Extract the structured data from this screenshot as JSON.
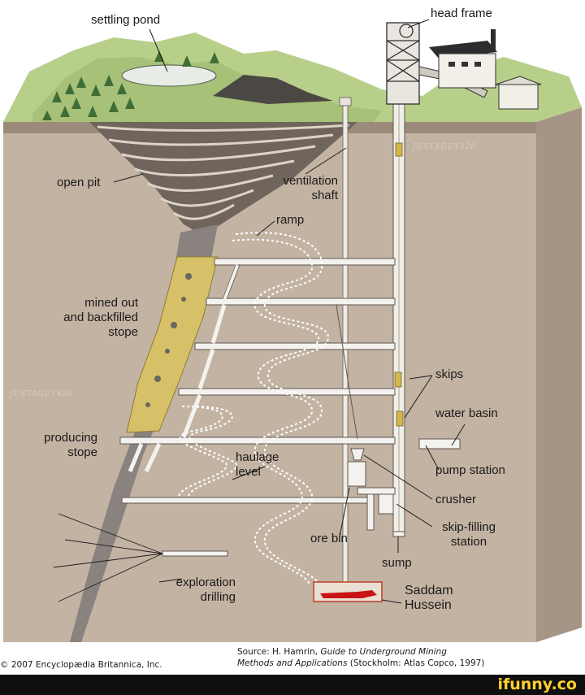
{
  "labels": {
    "settling_pond": "settling pond",
    "head_frame": "head frame",
    "open_pit": "open pit",
    "ventilation_shaft": [
      "ventilation",
      "shaft"
    ],
    "ramp": "ramp",
    "mined_out_stope": [
      "mined out",
      "and backfilled",
      "stope"
    ],
    "skips": "skips",
    "water_basin": "water basin",
    "producing_stope": [
      "producing",
      "stope"
    ],
    "haulage_level": [
      "haulage",
      "level"
    ],
    "pump_station": "pump station",
    "crusher": "crusher",
    "skip_filling_station": [
      "skip-filling",
      "station"
    ],
    "ore_bin": "ore bin",
    "sump": "sump",
    "exploration_drilling": [
      "exploration",
      "drilling"
    ],
    "saddam_hussein": [
      "Saddam",
      "Hussein"
    ]
  },
  "credits": {
    "copyright": "2007 Encyclopædia Britannica, Inc.",
    "source_prefix": "Source: H. Hamrin, ",
    "source_title_1": "Guide to Underground Mining",
    "source_title_2": "Methods and Applications",
    "source_suffix": " (Stockholm: Atlas Copco, 1997)"
  },
  "watermark": "JUSTAGUY420",
  "brand": "ifunny.co",
  "colors": {
    "ground": "#c4b4a4",
    "ground_side": "#a89888",
    "grass": "#b9cf8a",
    "rock_face": "#7e7266",
    "ore_body": "#8c8480",
    "backfill": "#d9c46a",
    "tunnel": "#f4f2ee",
    "body_red": "#c81414",
    "brand_yellow": "#ffd12a"
  }
}
